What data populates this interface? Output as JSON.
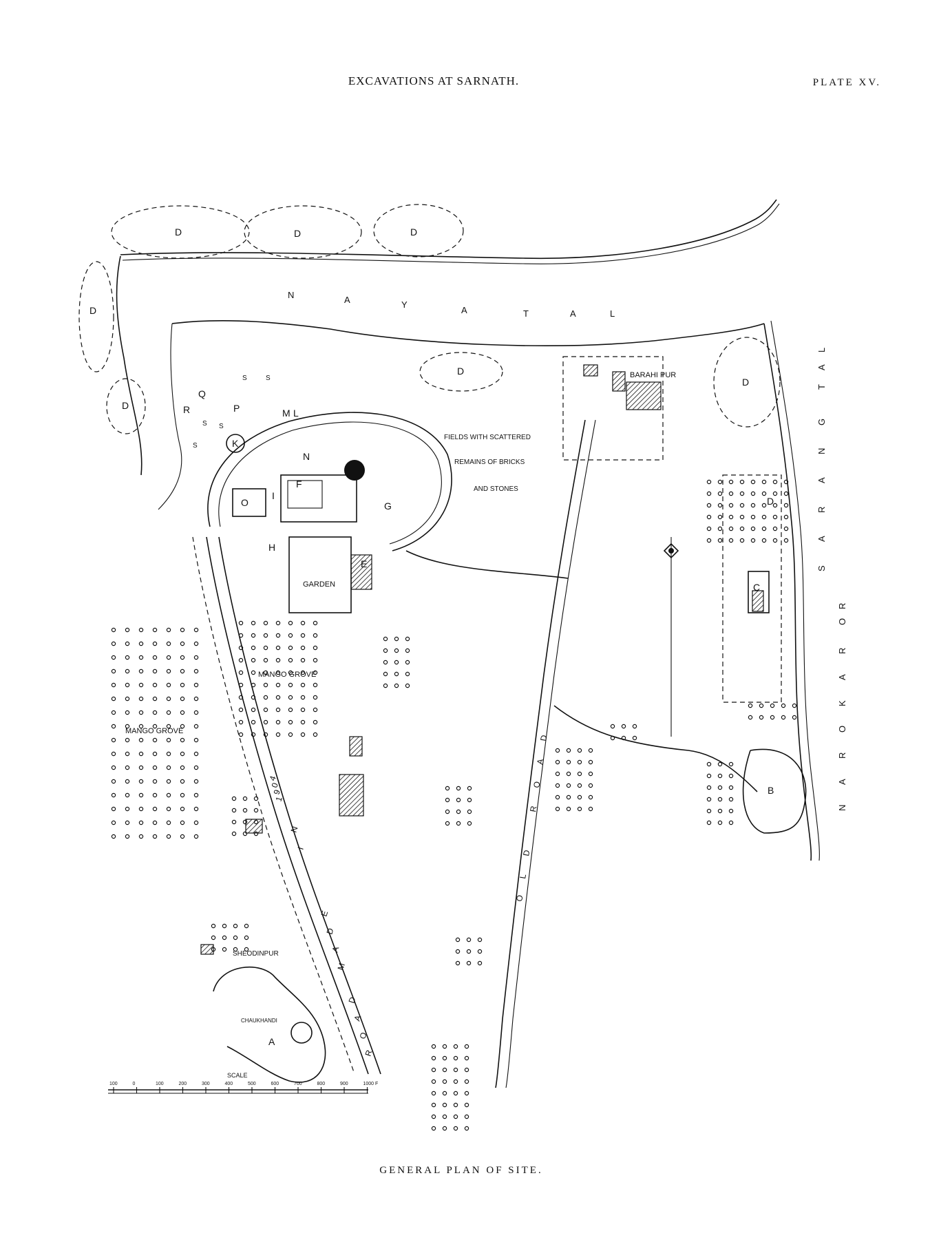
{
  "header": {
    "title": "EXCAVATIONS AT SARNATH.",
    "plate": "PLATE XV."
  },
  "caption": "GENERAL PLAN OF SITE.",
  "map": {
    "naya_tal": [
      "N",
      "A",
      "Y",
      "A",
      "T",
      "A",
      "L"
    ],
    "sarang_tal": [
      "S",
      "A",
      "R",
      "A",
      "N",
      "G",
      "T",
      "A",
      "L"
    ],
    "narokar_or": [
      "N",
      "A",
      "R",
      "O",
      "K",
      "A",
      "R",
      "O",
      "R"
    ],
    "road_labels": {
      "old_road": [
        "O",
        "L",
        "D",
        "R",
        "O",
        "A",
        "D"
      ],
      "new_road": [
        "R",
        "O",
        "A",
        "D",
        "M",
        "A",
        "D",
        "E",
        "I",
        "N",
        "1",
        "9",
        "0",
        "4"
      ]
    },
    "place_labels": {
      "barahipur": "BARAHI PUR",
      "fields_1": "FIELDS WITH SCATTERED",
      "fields_2": "REMAINS OF BRICKS",
      "fields_3": "AND STONES",
      "garden": "GARDEN",
      "mango_grove_1": "MANGO GROVE",
      "mango_grove_2": "MANGO GROVE",
      "sheodinpur": "SHEODINPUR",
      "chaukhandi": "CHAUKHANDI"
    },
    "site_letters": [
      "D",
      "D",
      "D",
      "D",
      "D",
      "D",
      "D",
      "D",
      "Q",
      "R",
      "P",
      "K",
      "M",
      "L",
      "N",
      "F",
      "O",
      "I",
      "G",
      "H",
      "E",
      "C",
      "B",
      "A",
      "S",
      "S",
      "S",
      "S",
      "S"
    ],
    "scale": {
      "label": "SCALE",
      "ticks": [
        "100",
        "0",
        "100",
        "200",
        "300",
        "400",
        "500",
        "600",
        "700",
        "800",
        "900",
        "1000 F"
      ]
    }
  }
}
